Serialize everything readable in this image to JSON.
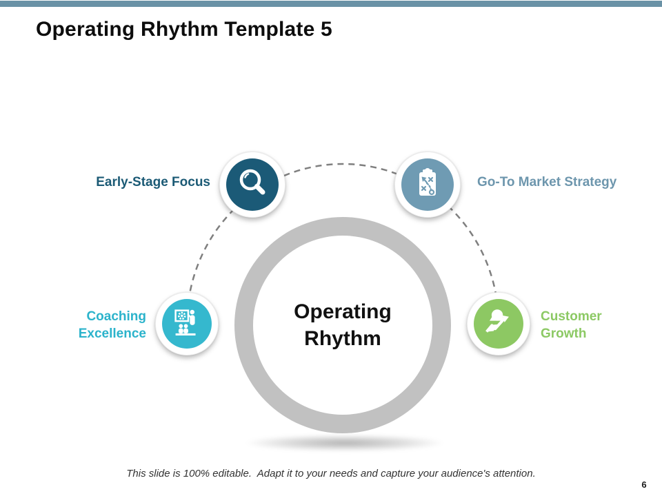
{
  "slide": {
    "title": "Operating Rhythm Template 5",
    "footer": "This slide is 100% editable.  Adapt it to your needs and capture your audience's attention.",
    "page_number": "6",
    "accent_bar_color": "#6a92a6"
  },
  "diagram": {
    "center": {
      "label": "Operating Rhythm",
      "ring_color": "#c1c1c1"
    },
    "connector_color": "#7f7f7f",
    "connector_style": "dashed-arc",
    "nodes": [
      {
        "id": "early-stage-focus",
        "label": "Early-Stage Focus",
        "icon": "magnifier-icon",
        "circle_color": "#1b5a77",
        "label_color": "#1b5a75",
        "position": "top-left"
      },
      {
        "id": "go-to-market-strategy",
        "label": "Go-To Market Strategy",
        "icon": "strategy-clipboard-icon",
        "circle_color": "#6f9bb3",
        "label_color": "#6d96ad",
        "position": "top-right"
      },
      {
        "id": "coaching-excellence",
        "label": "Coaching Excellence",
        "icon": "coaching-presentation-icon",
        "circle_color": "#35b8ce",
        "label_color": "#2bb3cb",
        "position": "bottom-left"
      },
      {
        "id": "customer-growth",
        "label": "Customer Growth",
        "icon": "customer-growth-icon",
        "circle_color": "#8dc863",
        "label_color": "#8cc964",
        "position": "bottom-right"
      }
    ]
  }
}
